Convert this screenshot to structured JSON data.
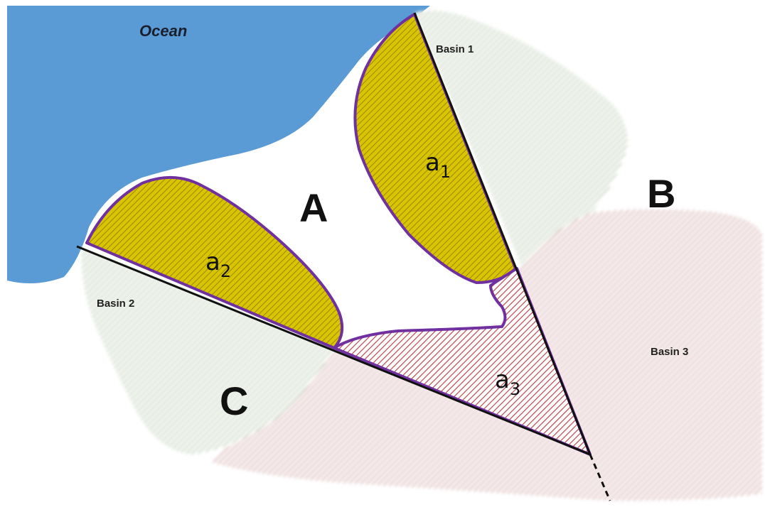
{
  "labels": {
    "ocean": "Ocean",
    "basin1": "Basin 1",
    "basin2": "Basin 2",
    "basin3": "Basin 3",
    "region_a": "A",
    "region_b": "B",
    "region_c": "C",
    "area1_base": "a",
    "area1_sub": "1",
    "area2_base": "a",
    "area2_sub": "2",
    "area3_base": "a",
    "area3_sub": "3"
  },
  "colors": {
    "ocean": "#5b9bd5",
    "basin_green": "#6a9a4a",
    "basin_red": "#b8484e",
    "subarea_fill": "#c8b400",
    "subarea_outline": "#7030a0",
    "divide_line": "#111111"
  }
}
